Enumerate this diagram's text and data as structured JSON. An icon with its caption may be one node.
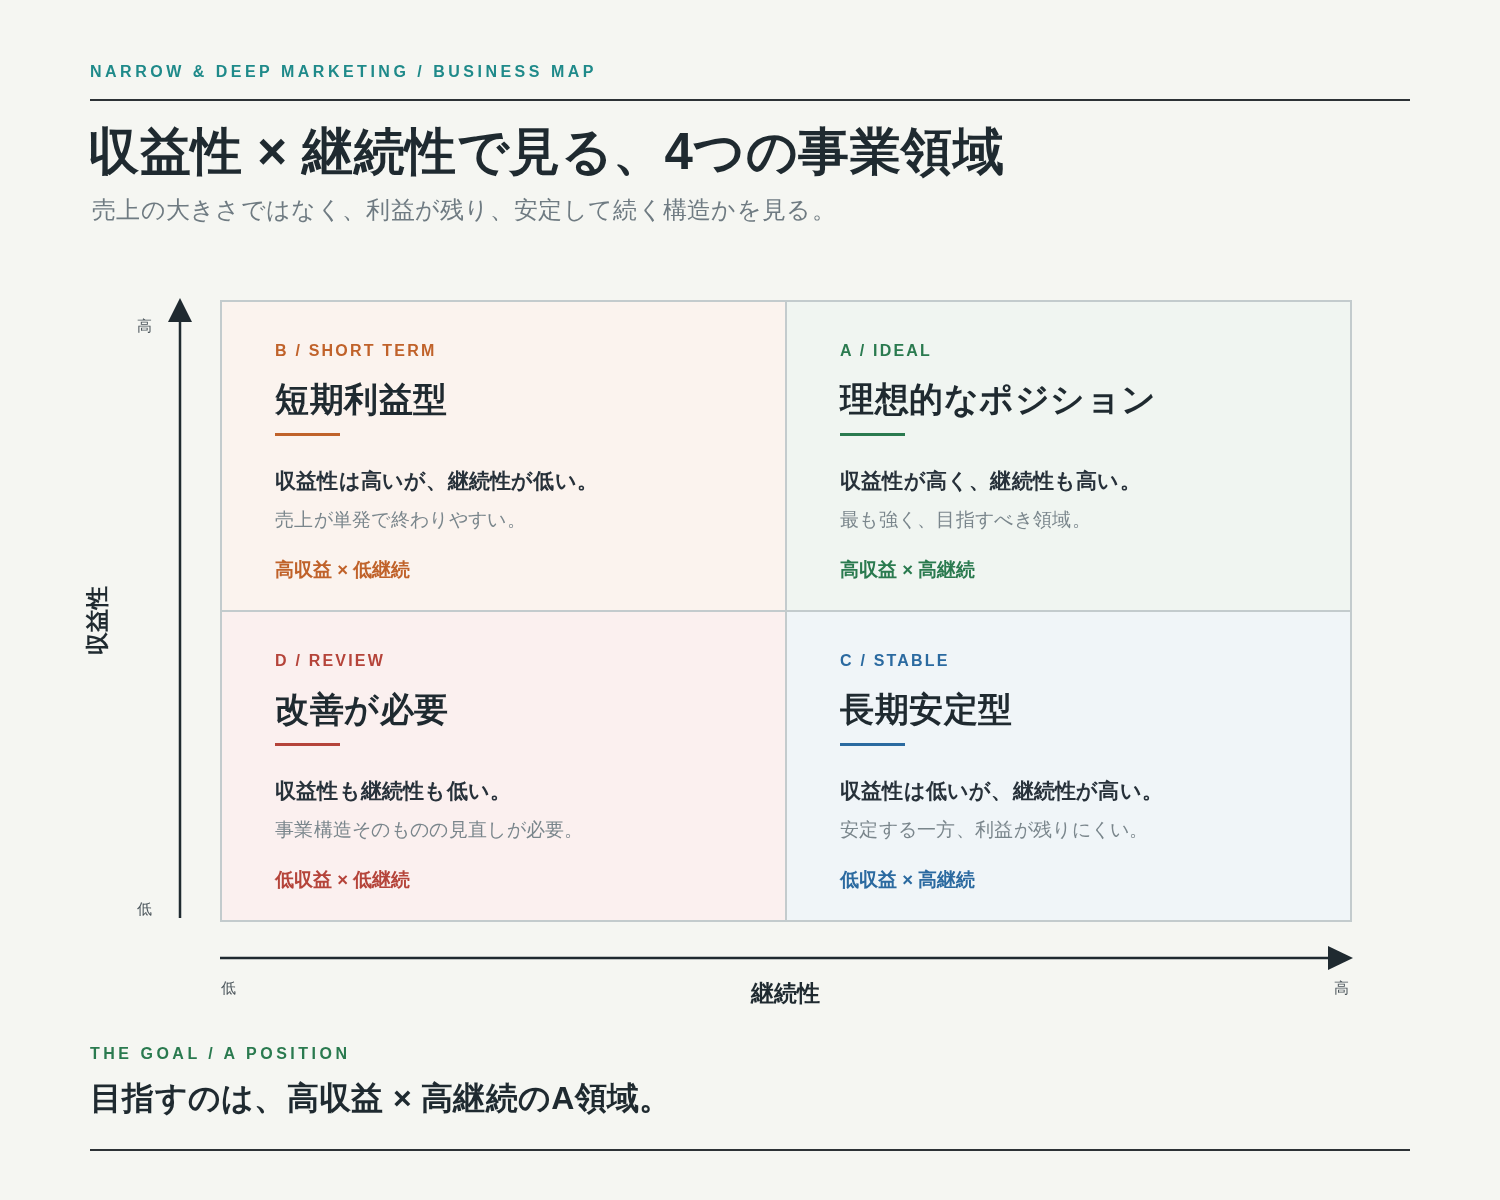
{
  "diagram": {
    "title": "収益性 × 継続性で見る、4つの事業領域",
    "nodes": [
      {
        "text": [
          "B / SHORT TERM",
          "短期利益型",
          "収益性は高いが、継続性が低い。",
          "売上が単発で終わりやすい。",
          "高収益 × 低継続"
        ]
      },
      {
        "text": [
          "A / IDEAL",
          "理想的なポジション",
          "収益性が高く、継続性も高い。",
          "最も強く、目指すべき領域。",
          "高収益 × 高継続"
        ]
      },
      {
        "text": [
          "D / REVIEW",
          "改善が必要",
          "収益性も継続性も低い。",
          "事業構造そのものの見直しが必要。",
          "低収益 × 低継続"
        ]
      },
      {
        "text": [
          "C / STABLE",
          "長期安定型",
          "収益性は低いが、継続性が高い。",
          "安定する一方、利益が残りにくい。",
          "低収益 × 高継続"
        ]
      }
    ],
    "labels": [
      "NARROW & DEEP MARKETING / BUSINESS MAP",
      "売上の大きさではなく、利益が残り、安定して続く構造かを見る。",
      "高",
      "収益性",
      "低",
      "低",
      "継続性",
      "高",
      "THE GOAL / A POSITION",
      "目指すのは、高収益 × 高継続のA領域。"
    ]
  }
}
